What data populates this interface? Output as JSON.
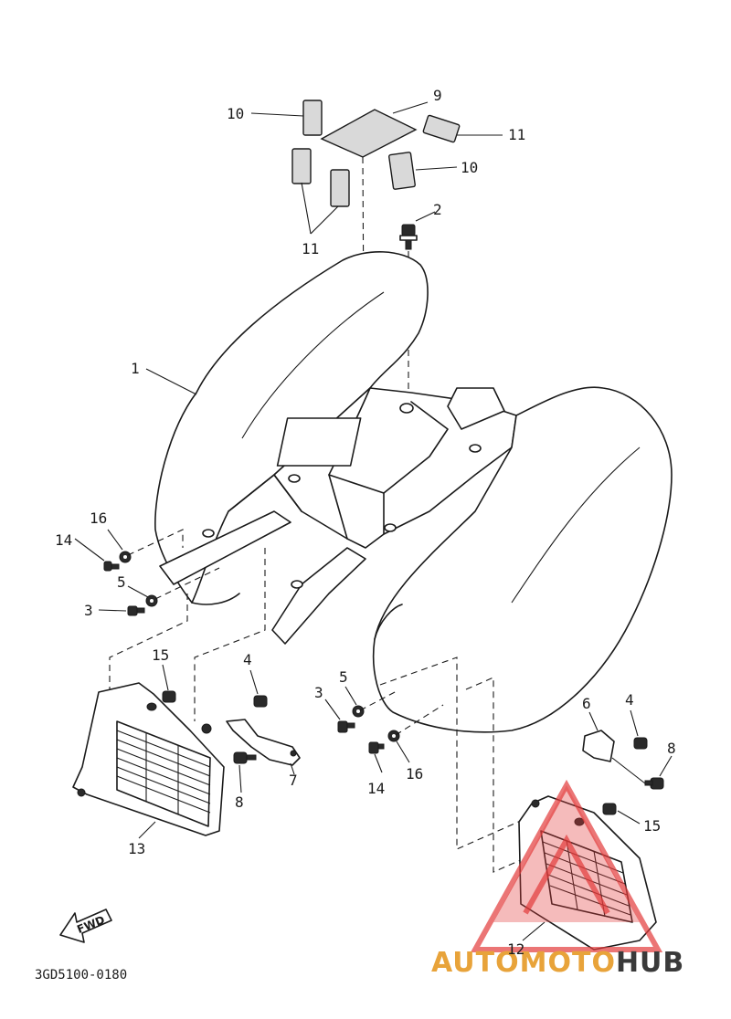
{
  "callouts": {
    "c1": "1",
    "c2": "2",
    "c3a": "3",
    "c3b": "3",
    "c4a": "4",
    "c4b": "4",
    "c5a": "5",
    "c5b": "5",
    "c6": "6",
    "c7": "7",
    "c8a": "8",
    "c8b": "8",
    "c9": "9",
    "c10a": "10",
    "c10b": "10",
    "c11a": "11",
    "c11b": "11",
    "c12": "12",
    "c13": "13",
    "c14a": "14",
    "c14b": "14",
    "c15a": "15",
    "c15b": "15",
    "c16a": "16",
    "c16b": "16"
  },
  "fwd_label": "FWD",
  "diagram_code": "3GD5100-0180",
  "watermark": {
    "part1": "AUTO",
    "part2": "MOTO",
    "part3": "HUB",
    "color_primary": "#e8a33a",
    "color_secondary": "#3a3a3a"
  }
}
